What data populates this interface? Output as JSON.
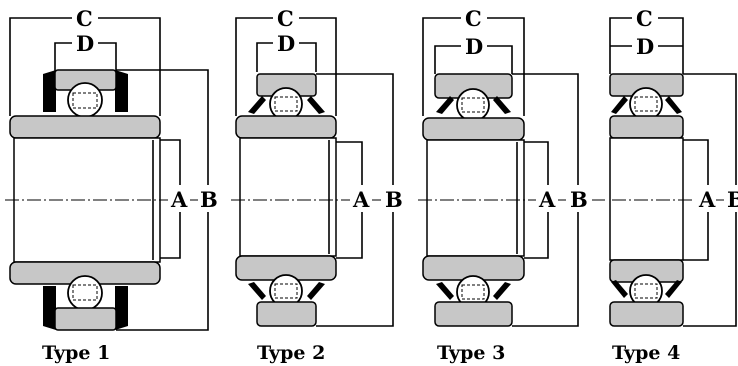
{
  "dimension_labels": {
    "bore": "A",
    "outer": "B",
    "width_inner": "C",
    "width_outer": "D"
  },
  "types": [
    {
      "label": "Type 1"
    },
    {
      "label": "Type 2"
    },
    {
      "label": "Type 3"
    },
    {
      "label": "Type 4"
    }
  ]
}
